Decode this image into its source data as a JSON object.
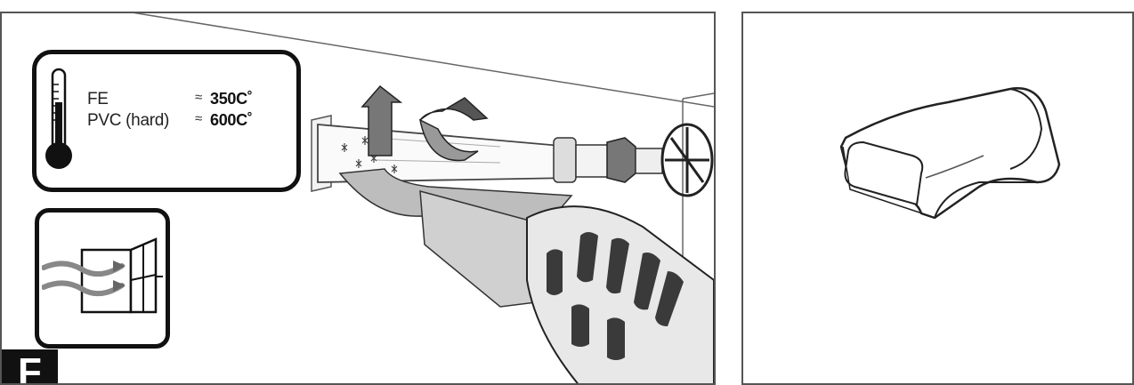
{
  "left_panel": {
    "temperatures": [
      {
        "material": "FE",
        "approx": "≈",
        "value": "350C˚"
      },
      {
        "material": "PVC (hard)",
        "approx": "≈",
        "value": "600C˚"
      }
    ],
    "badge": "F"
  },
  "icons": {
    "thermometer": "thermometer-icon",
    "ventilation": "open-window-ventilation-icon",
    "heat_gun": "heat-gun-icon",
    "nozzle": "reflector-nozzle-icon"
  }
}
